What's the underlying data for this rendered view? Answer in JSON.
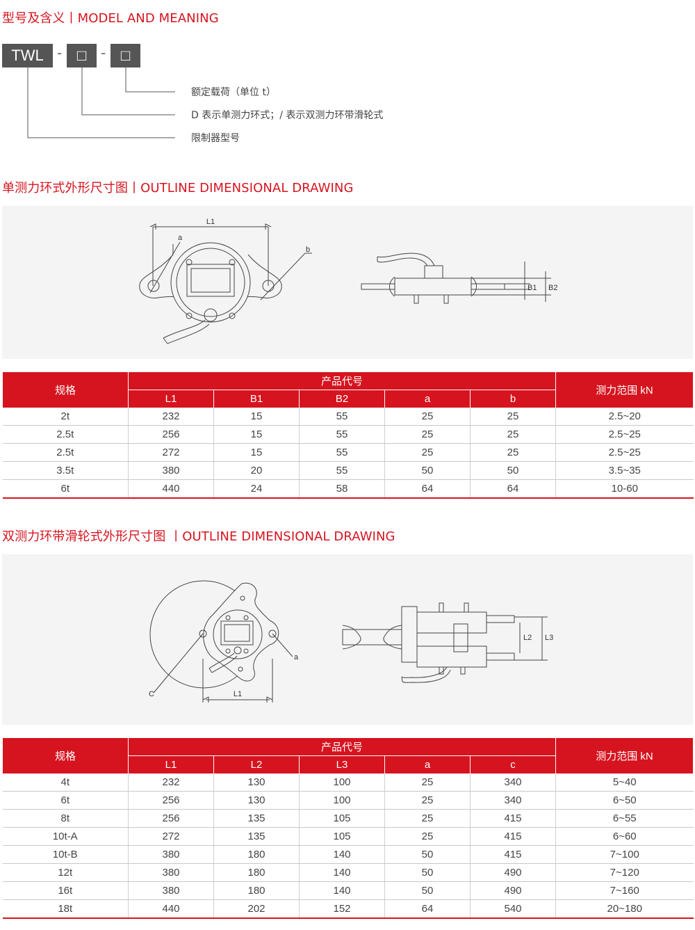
{
  "model_section": {
    "title": "型号及含义丨MODEL AND MEANING",
    "code_parts": [
      "TWL",
      "□",
      "□"
    ],
    "dash": "-",
    "legend": [
      "额定载荷（单位 t）",
      "D 表示单测力环式；/ 表示双测力环带滑轮式",
      "限制器型号"
    ]
  },
  "single_section": {
    "title": "单测力环式外形尺寸图丨OUTLINE DIMENSIONAL DRAWING",
    "drawing_labels": {
      "L1": "L1",
      "a": "a",
      "b": "b",
      "B1": "B1",
      "B2": "B2"
    },
    "table": {
      "col_spec": "规格",
      "group_header": "产品代号",
      "range_header": "测力范围 kN",
      "columns": [
        "L1",
        "B1",
        "B2",
        "a",
        "b"
      ],
      "rows": [
        [
          "2t",
          "232",
          "15",
          "55",
          "25",
          "25",
          "2.5~20"
        ],
        [
          "2.5t",
          "256",
          "15",
          "55",
          "25",
          "25",
          "2.5~25"
        ],
        [
          "2.5t",
          "272",
          "15",
          "55",
          "25",
          "25",
          "2.5~25"
        ],
        [
          "3.5t",
          "380",
          "20",
          "55",
          "50",
          "50",
          "3.5~35"
        ],
        [
          "6t",
          "440",
          "24",
          "58",
          "64",
          "64",
          "10-60"
        ]
      ]
    }
  },
  "double_section": {
    "title": "双测力环带滑轮式外形尺寸图 丨OUTLINE DIMENSIONAL DRAWING",
    "drawing_labels": {
      "L1": "L1",
      "a": "a",
      "c": "C",
      "L2": "L2",
      "L3": "L3"
    },
    "table": {
      "col_spec": "规格",
      "group_header": "产品代号",
      "range_header": "测力范围 kN",
      "columns": [
        "L1",
        "L2",
        "L3",
        "a",
        "c"
      ],
      "rows": [
        [
          "4t",
          "232",
          "130",
          "100",
          "25",
          "340",
          "5~40"
        ],
        [
          "6t",
          "256",
          "130",
          "100",
          "25",
          "340",
          "6~50"
        ],
        [
          "8t",
          "256",
          "135",
          "105",
          "25",
          "415",
          "6~55"
        ],
        [
          "10t-A",
          "272",
          "135",
          "105",
          "25",
          "415",
          "6~60"
        ],
        [
          "10t-B",
          "380",
          "180",
          "140",
          "50",
          "415",
          "7~100"
        ],
        [
          "12t",
          "380",
          "180",
          "140",
          "50",
          "490",
          "7~120"
        ],
        [
          "16t",
          "380",
          "180",
          "140",
          "50",
          "490",
          "7~160"
        ],
        [
          "18t",
          "440",
          "202",
          "152",
          "64",
          "540",
          "20~180"
        ]
      ]
    }
  }
}
